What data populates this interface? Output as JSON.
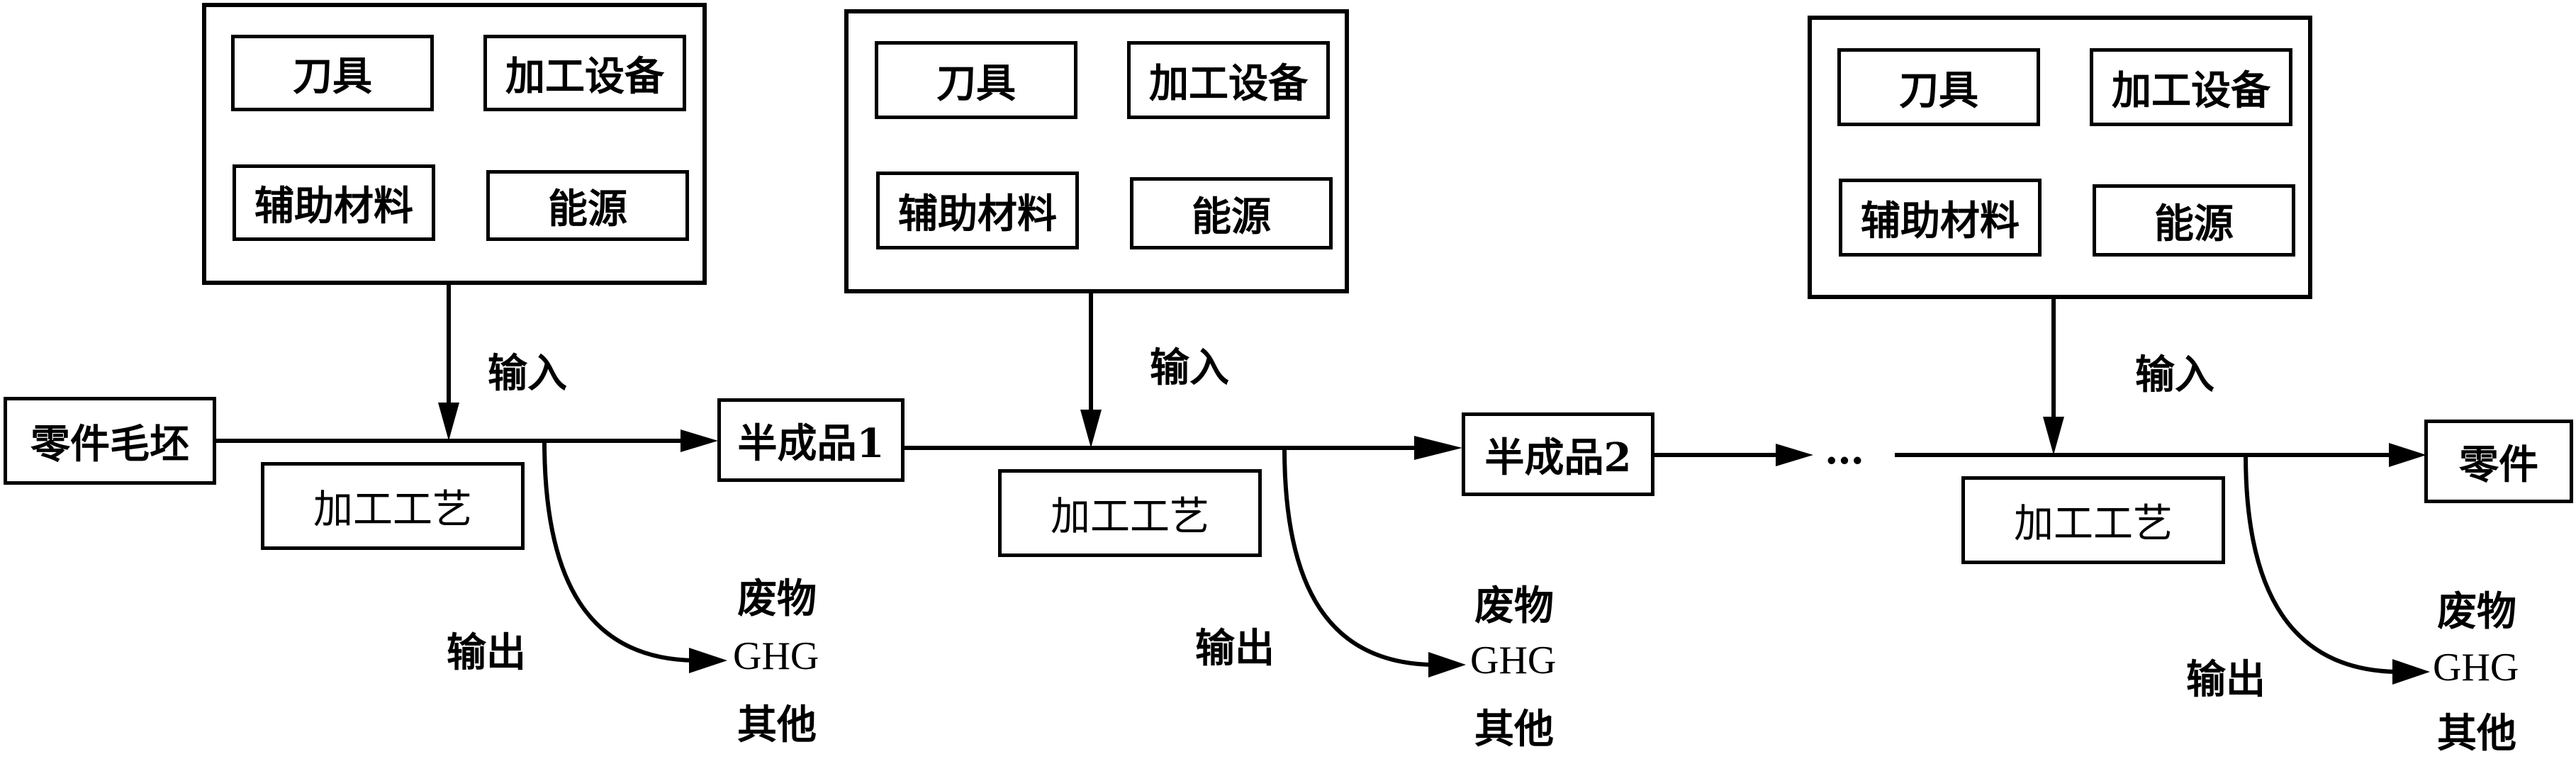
{
  "stages": [
    {
      "resources": [
        "刀具",
        "加工设备",
        "辅助材料",
        "能源"
      ],
      "input_label": "输入",
      "process_label": "加工工艺",
      "output_label": "输出",
      "outputs": [
        "废物",
        "GHG",
        "其他"
      ]
    },
    {
      "resources": [
        "刀具",
        "加工设备",
        "辅助材料",
        "能源"
      ],
      "input_label": "输入",
      "process_label": "加工工艺",
      "output_label": "输出",
      "outputs": [
        "废物",
        "GHG",
        "其他"
      ]
    },
    {
      "resources": [
        "刀具",
        "加工设备",
        "辅助材料",
        "能源"
      ],
      "input_label": "输入",
      "process_label": "加工工艺",
      "output_label": "输出",
      "outputs": [
        "废物",
        "GHG",
        "其他"
      ]
    }
  ],
  "flow": {
    "start": "零件毛坯",
    "intermediate1": "半成品1",
    "intermediate2": "半成品2",
    "ellipsis": "…",
    "end": "零件"
  }
}
